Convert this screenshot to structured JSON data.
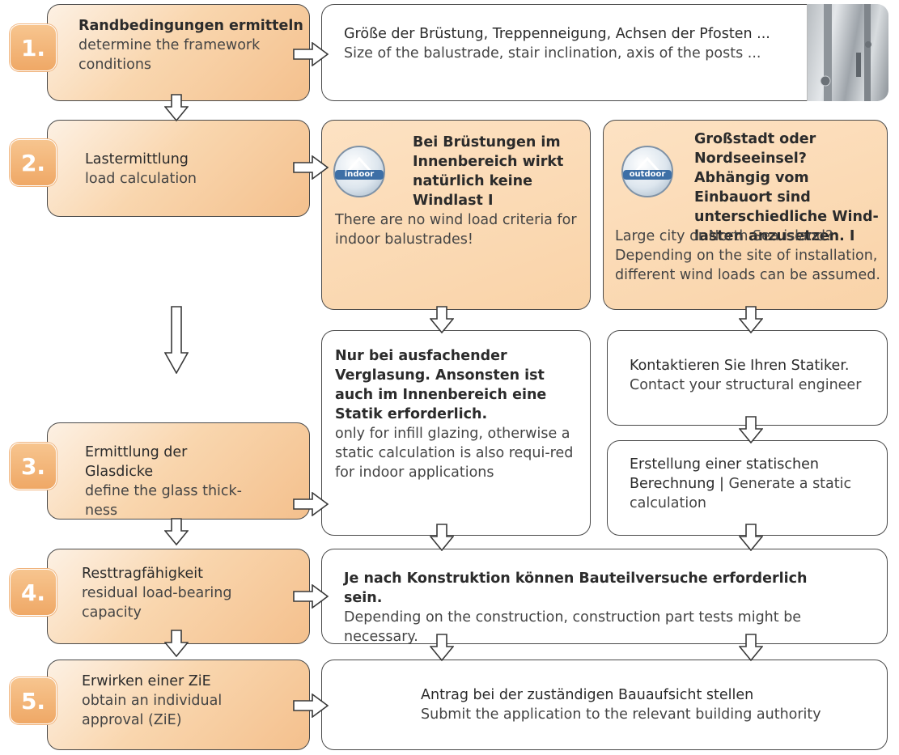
{
  "steps": [
    {
      "num": "1.",
      "de": "Randbedingungen ermitteln",
      "en": "determine the framework conditions"
    },
    {
      "num": "2.",
      "de": "Lastermittlung",
      "en": "load calculation"
    },
    {
      "num": "3.",
      "de": "Ermittlung der Glasdicke",
      "en": "define the glass thick-ness"
    },
    {
      "num": "4.",
      "de": "Resttragfähigkeit",
      "en": "residual load-bearing capacity"
    },
    {
      "num": "5.",
      "de": "Erwirken einer ZiE",
      "en": "obtain an individual approval (ZiE)"
    }
  ],
  "framework": {
    "de": "Größe der Brüstung, Treppenneigung, Achsen der Pfosten ...",
    "en": "Size of the balustrade, stair inclination, axis of the posts ..."
  },
  "indoor": {
    "badge": "indoor",
    "de": "Bei Brüstungen im Innenbereich wirkt natürlich keine Windlast I",
    "en": "There are no wind load criteria for indoor balustrades!"
  },
  "outdoor": {
    "badge": "outdoor",
    "de": "Großstadt oder Nordseeinsel? Abhängig vom Einbauort sind unterschiedliche Wind-lasten anzusetzen. I",
    "en": "Large city or North Sea island? Depending on the site of installation, different wind loads can be assumed."
  },
  "infill": {
    "de": "Nur bei ausfachender Verglasung. Ansonsten ist auch im Innenbereich eine Statik erforderlich.",
    "en": "only for infill glazing, otherwise a static calculation is also requi-red for indoor applications"
  },
  "engineer": {
    "de": "Kontaktieren Sie Ihren Statiker.",
    "en": "Contact your structural engineer"
  },
  "static_calc": {
    "de": "Erstellung einer statischen Berechnung |",
    "en": "Generate a static calculation"
  },
  "component_tests": {
    "de": "Je nach Konstruktion können Bauteilversuche erforderlich sein.",
    "en": "Depending on the construction, construction part tests might be necessary."
  },
  "application": {
    "de": "Antrag bei der zuständigen Bauaufsicht stellen",
    "en": "Submit the application to the relevant building authority"
  }
}
